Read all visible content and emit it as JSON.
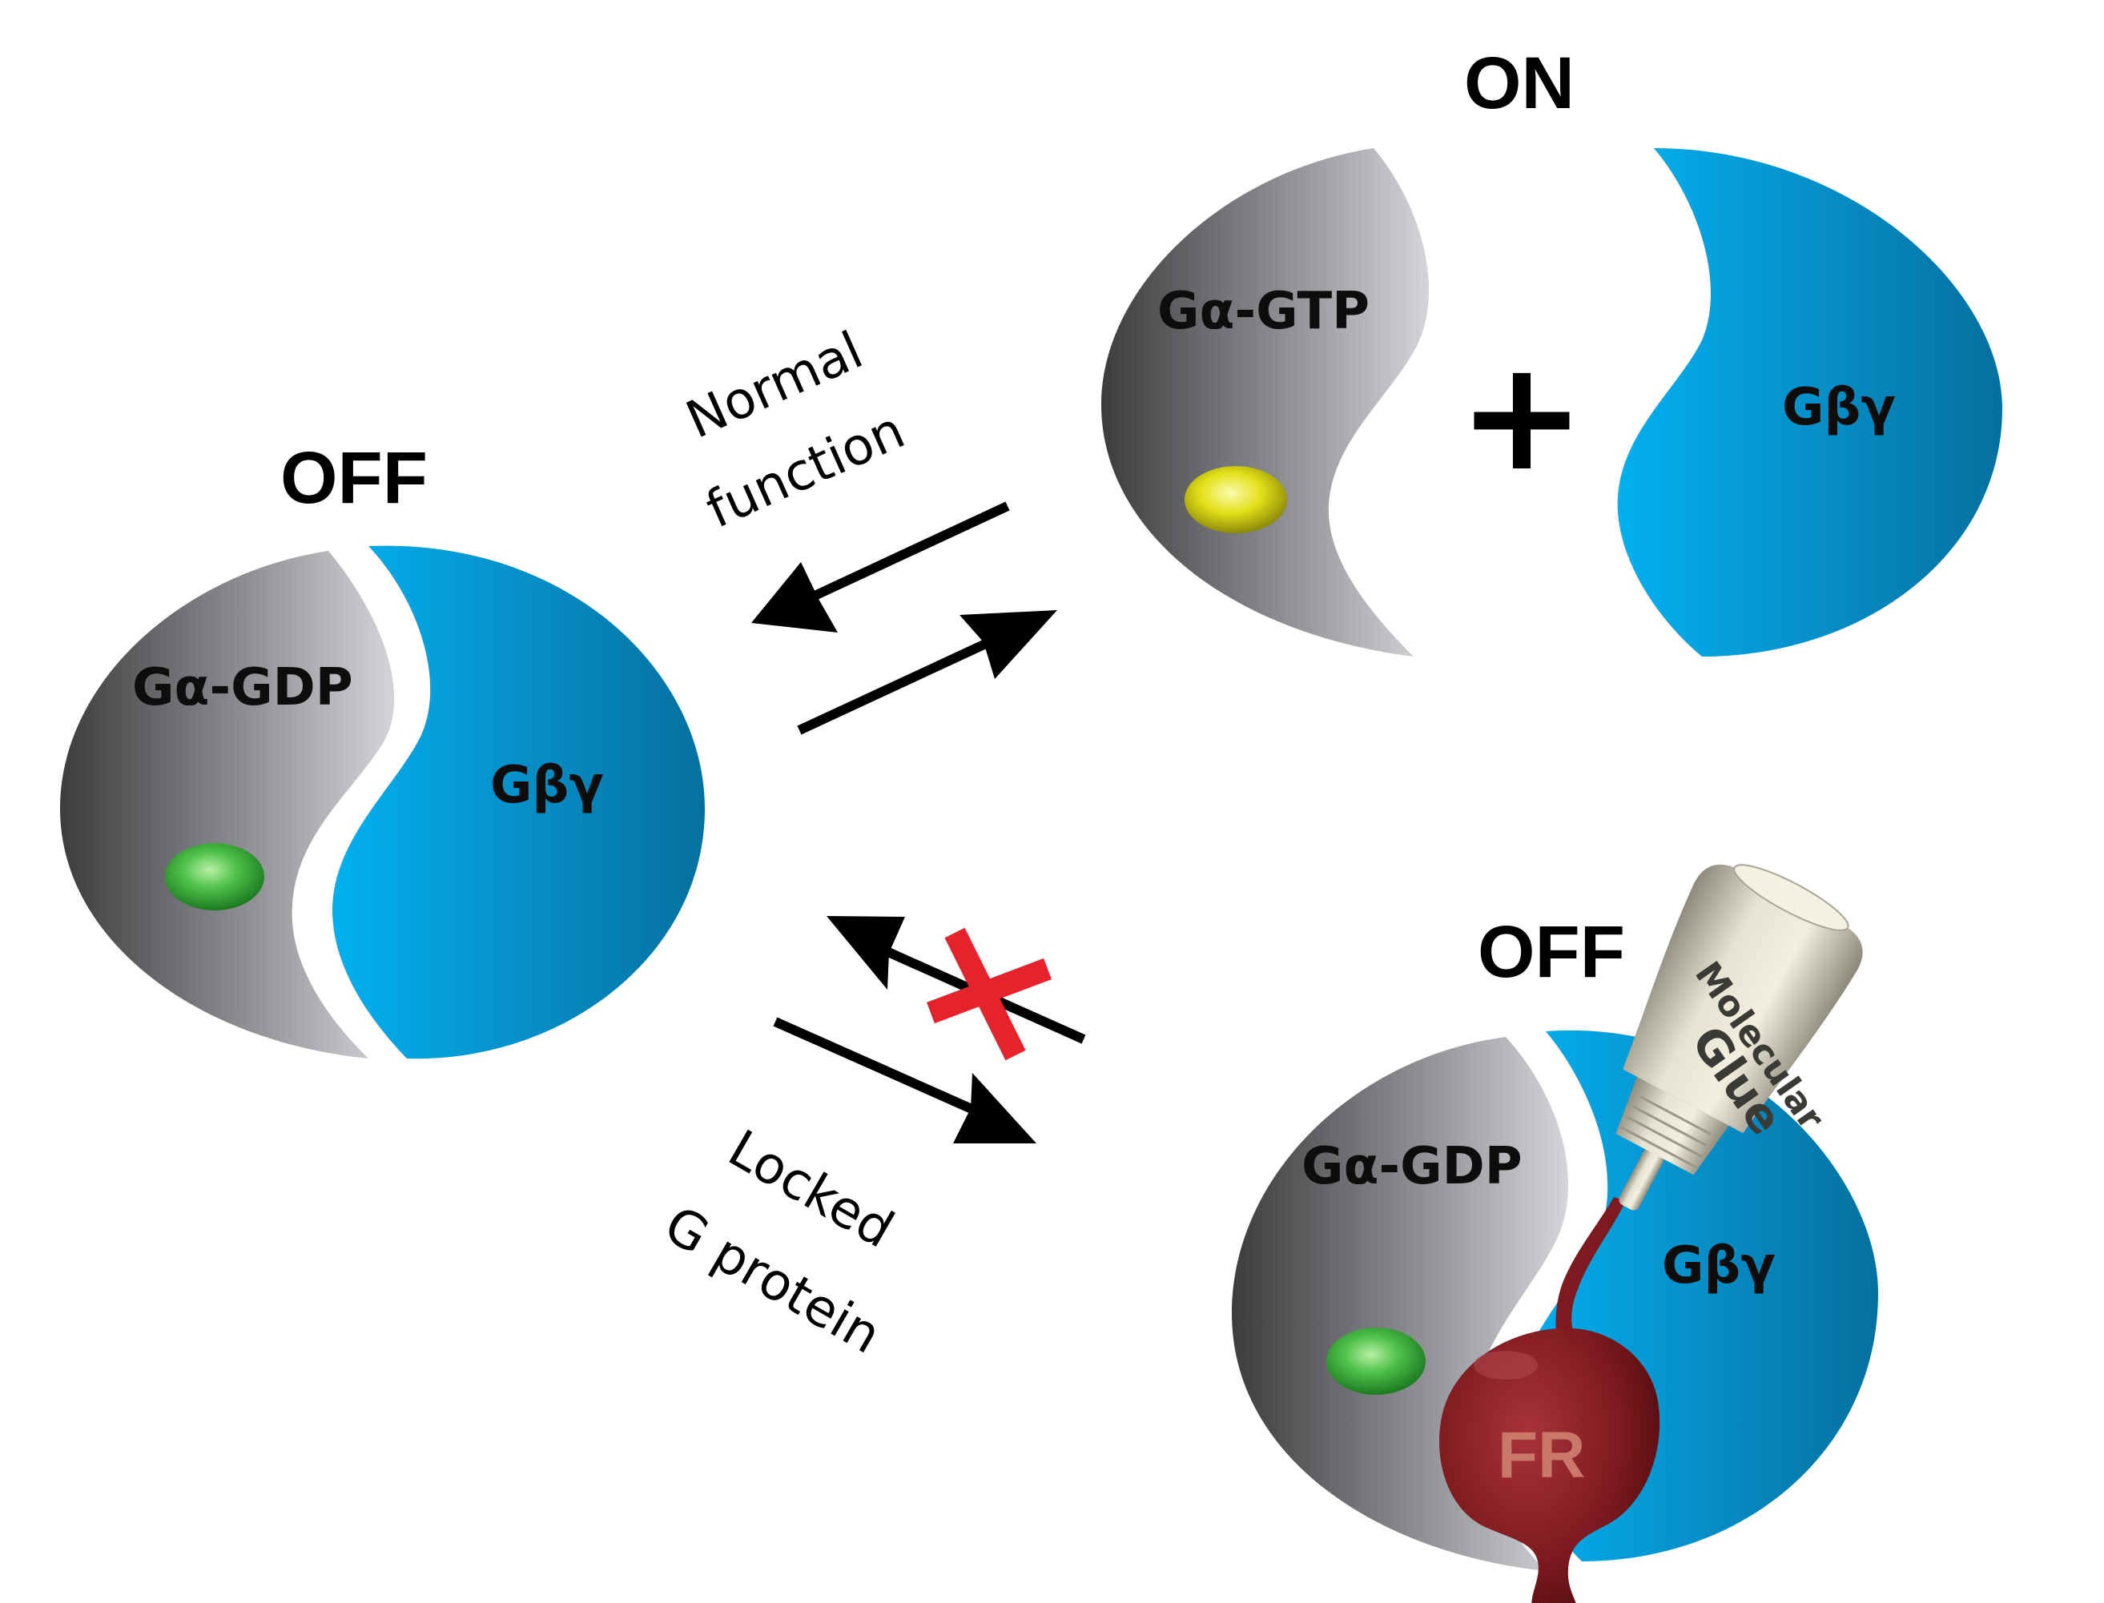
{
  "states": {
    "off_top": {
      "title": "OFF",
      "alpha_label": "Gα-GDP",
      "beta_gamma_label": "Gβγ"
    },
    "on": {
      "title": "ON",
      "alpha_label": "Gα-GTP",
      "plus": "+",
      "beta_gamma_label": "Gβγ"
    },
    "off_locked": {
      "title": "OFF",
      "alpha_label": "Gα-GDP",
      "beta_gamma_label": "Gβγ"
    }
  },
  "captions": {
    "normal_line1": "Normal",
    "normal_line2": "function",
    "locked_line1": "Locked",
    "locked_line2": "G protein"
  },
  "glue": {
    "bottle_line1": "Molecular",
    "bottle_line2": "Glue",
    "drop_label": "FR"
  },
  "colors": {
    "gdp_nucleotide": "#4fc24a",
    "gtp_nucleotide": "#e3e018",
    "alpha_gray": "#8a8b8f",
    "beta_gamma_blue": "#0a93cf",
    "blocked_mark": "#e4232d",
    "glue_drop": "#7d1a1f"
  }
}
